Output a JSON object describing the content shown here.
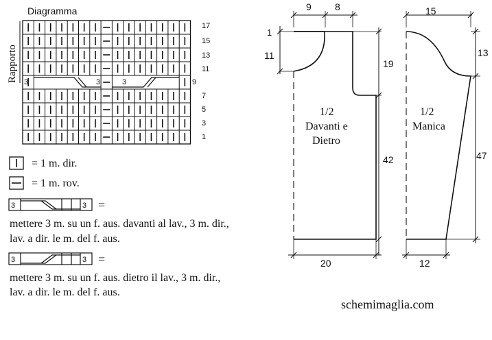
{
  "diagram": {
    "title": "Diagramma",
    "rapporto_label": "Rapporto",
    "row_numbers": [
      "17",
      "15",
      "13",
      "11",
      "9",
      "7",
      "5",
      "3",
      "1"
    ],
    "cable_count": "3"
  },
  "legend": {
    "knit": {
      "symbol": "|",
      "text": "= 1 m. dir."
    },
    "purl": {
      "symbol": "–",
      "text": "= 1 m. rov."
    },
    "cable_front": {
      "count": "3",
      "equals": "=",
      "line1": "mettere 3 m. su un f. aus. davanti al lav., 3 m. dir.,",
      "line2": "lav. a dir. le m. del f. aus."
    },
    "cable_back": {
      "count": "3",
      "equals": "=",
      "line1": "mettere 3 m. su un f. aus. dietro il lav., 3 m. dir.,",
      "line2": "lav. a dir. le m. del f. aus."
    }
  },
  "body_piece": {
    "label1": "1/2",
    "label2": "Davanti e",
    "label3": "Dietro",
    "dims": {
      "neck_width": "9",
      "shoulder": "8",
      "neck_front_small": "1",
      "neck_depth": "11",
      "armhole": "19",
      "side": "42",
      "bottom": "20"
    }
  },
  "sleeve_piece": {
    "label1": "1/2",
    "label2": "Manica",
    "dims": {
      "top": "15",
      "cap": "13",
      "length": "47",
      "cuff": "12"
    }
  },
  "watermark": "schemimaglia.com"
}
